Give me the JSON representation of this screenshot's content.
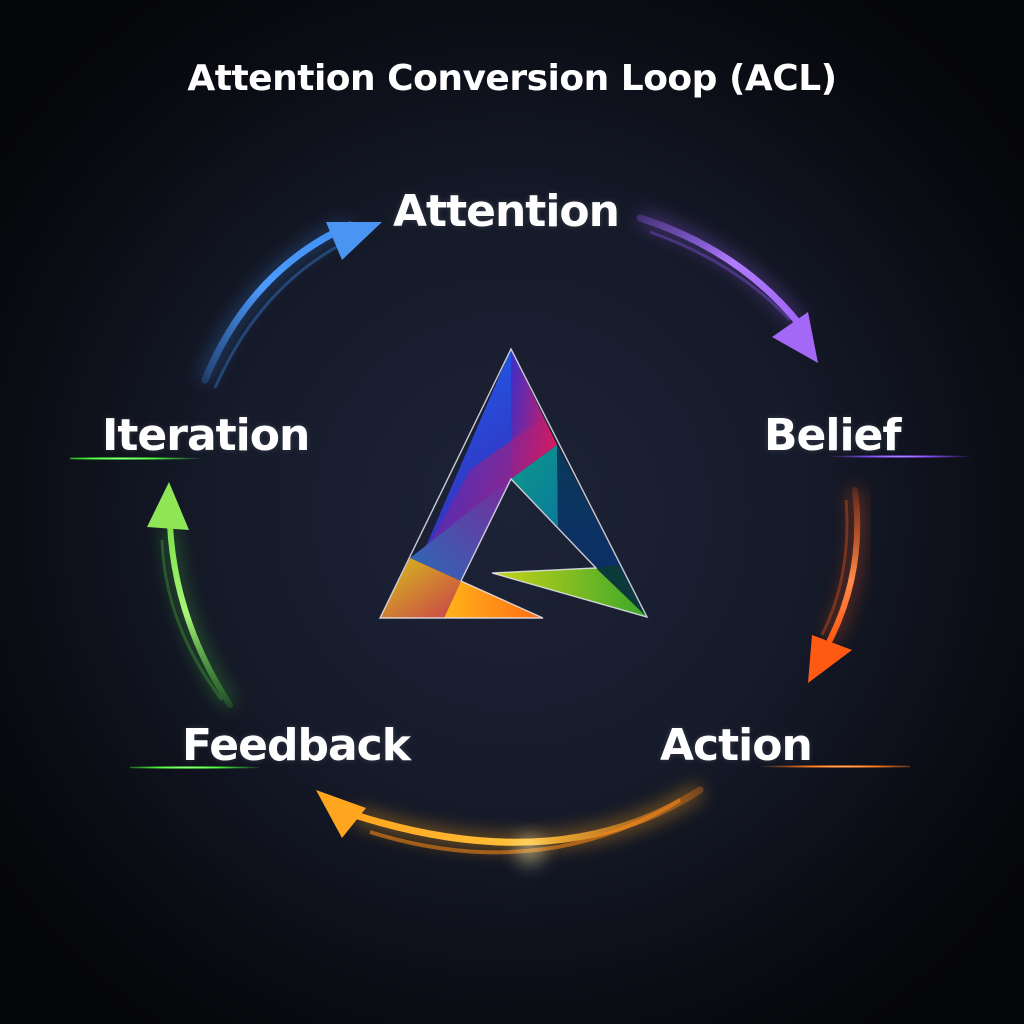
{
  "title": "Attention Conversion Loop (ACL)",
  "nodes": [
    {
      "id": "attention",
      "label": "Attention",
      "color": "#ffffff"
    },
    {
      "id": "belief",
      "label": "Belief",
      "glow": "#8a4dff"
    },
    {
      "id": "action",
      "label": "Action",
      "glow": "#ff7a1a"
    },
    {
      "id": "feedback",
      "label": "Feedback",
      "glow": "#4cff3a"
    },
    {
      "id": "iteration",
      "label": "Iteration",
      "glow": "#4cff3a"
    }
  ],
  "edges": [
    {
      "from": "iteration",
      "to": "attention",
      "color": "#3f8ef0"
    },
    {
      "from": "attention",
      "to": "belief",
      "color": "#a064f5"
    },
    {
      "from": "belief",
      "to": "action",
      "color": "#ff5a14"
    },
    {
      "from": "action",
      "to": "feedback",
      "color": "#ffa51e"
    },
    {
      "from": "feedback",
      "to": "iteration",
      "color": "#7fe04a"
    }
  ],
  "center_logo": {
    "shape": "stylized-triangle-A",
    "colors": [
      "#1f5be8",
      "#c2186e",
      "#0e8a8f",
      "#0c2a5c",
      "#e8c21a",
      "#ff8a1a",
      "#6fc22a"
    ]
  }
}
